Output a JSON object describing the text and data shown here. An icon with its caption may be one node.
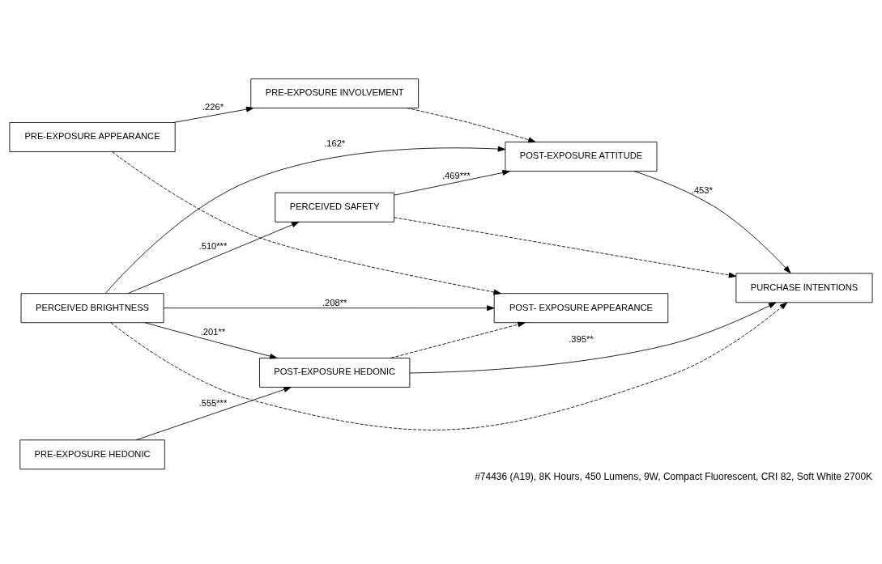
{
  "diagram": {
    "caption": "#74436 (A19), 8K Hours, 450 Lumens, 9W, Compact Fluorescent, CRI 82, Soft White 2700K",
    "nodes": [
      {
        "text": [
          "PRE-EXPOSURE APPEARANCE"
        ]
      },
      {
        "text": [
          "PERCEIVED BRIGHTNESS"
        ]
      },
      {
        "text": [
          "POST- EXPOSURE APPEARANCE"
        ]
      },
      {
        "text": [
          "PERCEIVED SAFETY"
        ]
      },
      {
        "text": [
          "PURCHASE INTENTIONS"
        ]
      },
      {
        "text": [
          "PRE-EXPOSURE INVOLVEMENT"
        ]
      },
      {
        "text": [
          "POST-EXPOSURE ATTITUDE"
        ]
      },
      {
        "text": [
          "POST-EXPOSURE HEDONIC"
        ]
      },
      {
        "text": [
          "PRE-EXPOSURE HEDONIC"
        ]
      }
    ],
    "edges": [
      {
        "from": 0,
        "to": 2,
        "arrow": "to",
        "style": "dashed"
      },
      {
        "from": 0,
        "to": 5,
        "arrow": "to",
        "label": ".226*"
      },
      {
        "from": 1,
        "to": 2,
        "arrow": "to",
        "label": ".208**"
      },
      {
        "from": 1,
        "to": 3,
        "arrow": "to",
        "label": ".510***"
      },
      {
        "from": 1,
        "to": 4,
        "arrow": "to",
        "style": "dashed"
      },
      {
        "from": 1,
        "to": 6,
        "arrow": "to",
        "label": ".162*"
      },
      {
        "from": 1,
        "to": 7,
        "arrow": "to",
        "label": ".201**"
      },
      {
        "from": 3,
        "to": 4,
        "arrow": "to",
        "style": "dashed"
      },
      {
        "from": 3,
        "to": 6,
        "arrow": "to",
        "label": ".469***"
      },
      {
        "from": 5,
        "to": 6,
        "arrow": "to",
        "style": "dashed"
      },
      {
        "from": 6,
        "to": 4,
        "arrow": "to",
        "label": ".453*"
      },
      {
        "from": 7,
        "to": 2,
        "arrow": "to",
        "style": "dashed"
      },
      {
        "from": 7,
        "to": 4,
        "arrow": "to",
        "label": ".395**"
      },
      {
        "from": 8,
        "to": 7,
        "arrow": "to",
        "label": ".555***"
      }
    ]
  }
}
